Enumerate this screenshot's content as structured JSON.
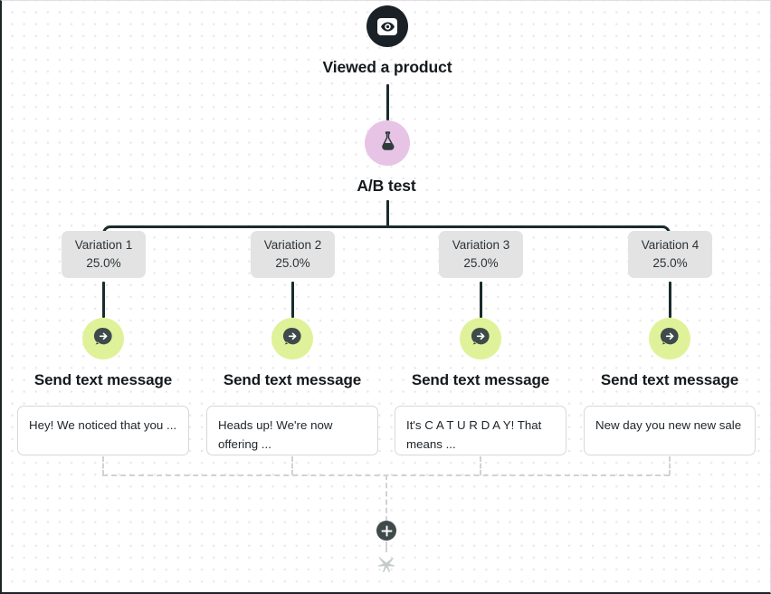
{
  "canvas": {
    "background_color": "#ffffff",
    "grid_dot_color": "#e9e9ed"
  },
  "colors": {
    "connector": "#1b2b2b",
    "dashed_connector": "#d2d2d6",
    "trigger_node": "#1b2227",
    "abtest_node": "#e7c4e6",
    "message_node": "#dff299",
    "variation_chip": "#e3e3e3",
    "text_primary": "#14191c",
    "plus_button": "#3f4a4a",
    "end_icon": "#c4cccb"
  },
  "flow": {
    "trigger": {
      "icon": "eye-icon",
      "label": "Viewed a product"
    },
    "split": {
      "icon": "flask-icon",
      "label": "A/B test"
    },
    "branches": [
      {
        "variation_name": "Variation 1",
        "variation_percent": "25.0%",
        "action_icon": "message-arrow-icon",
        "action_label": "Send text message",
        "message_preview": "Hey! We noticed that you ..."
      },
      {
        "variation_name": "Variation 2",
        "variation_percent": "25.0%",
        "action_icon": "message-arrow-icon",
        "action_label": "Send text message",
        "message_preview": "Heads up! We're now offering ..."
      },
      {
        "variation_name": "Variation 3",
        "variation_percent": "25.0%",
        "action_icon": "message-arrow-icon",
        "action_label": "Send text message",
        "message_preview": "It's C A T U R D A Y! That means ..."
      },
      {
        "variation_name": "Variation 4",
        "variation_percent": "25.0%",
        "action_icon": "message-arrow-icon",
        "action_label": "Send text message",
        "message_preview": "New day you new new sale"
      }
    ],
    "footer": {
      "add_step_icon": "plus-icon",
      "end_icon": "flow-end-icon"
    }
  }
}
